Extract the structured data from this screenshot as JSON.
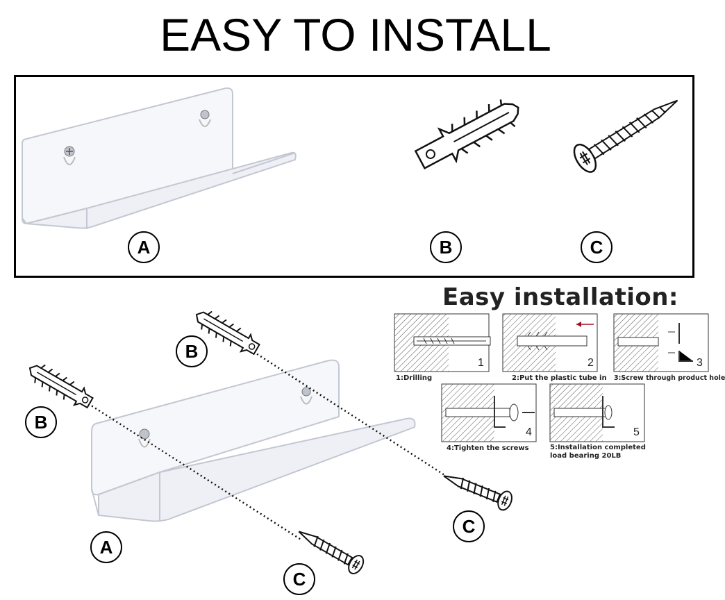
{
  "title": "EASY TO INSTALL",
  "parts": {
    "a": "A",
    "b": "B",
    "c": "C"
  },
  "diagram_labels": {
    "b_left": "B",
    "b_top": "B",
    "a": "A",
    "c_bottom": "C",
    "c_right": "C"
  },
  "installation": {
    "heading": "Easy installation:",
    "steps": [
      {
        "number": "1",
        "caption": "1:Drilling"
      },
      {
        "number": "2",
        "caption": "2:Put the plastic tube in"
      },
      {
        "number": "3",
        "caption": "3:Screw through product hole"
      },
      {
        "number": "4",
        "caption": "4:Tighten the screws"
      },
      {
        "number": "5",
        "caption_line1": "5:Installation completed",
        "caption_line2": "load bearing 20LB"
      }
    ]
  },
  "colors": {
    "ink": "#000000",
    "acrylic_edge": "#c9ccd6",
    "acrylic_fill": "#f4f5f9",
    "arrow": "#a01020"
  }
}
